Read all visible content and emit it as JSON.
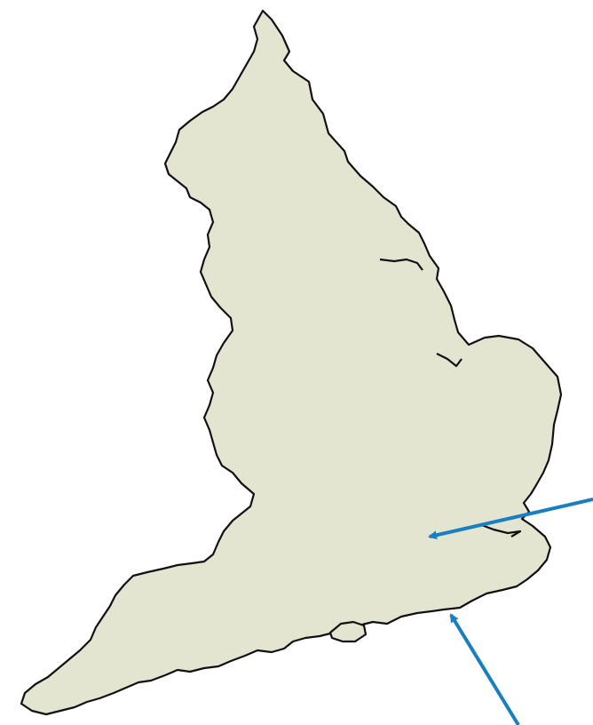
{
  "map": {
    "region": "england-outline",
    "colors": {
      "land_fill": "#e4e5d1",
      "coastline": "#111111",
      "arrow": "#1a7fc0",
      "background": "#ffffff"
    },
    "islands": [
      "isle-of-wight"
    ],
    "arrows": [
      {
        "id": "arrow-london",
        "points_to": "london-area"
      },
      {
        "id": "arrow-south-coast",
        "points_to": "south-coast"
      }
    ]
  }
}
